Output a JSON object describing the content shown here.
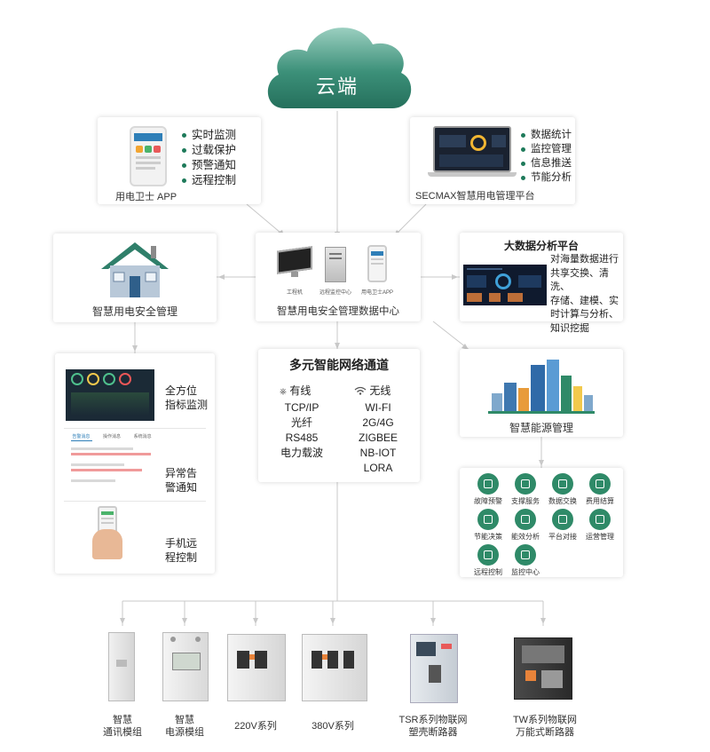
{
  "cloud": {
    "label": "云端"
  },
  "app_card": {
    "caption": "用电卫士 APP",
    "features": [
      "实时监测",
      "过载保护",
      "预警通知",
      "远程控制"
    ]
  },
  "platform_card": {
    "caption": "SECMAX智慧用电管理平台",
    "features": [
      "数据统计",
      "监控管理",
      "信息推送",
      "节能分析"
    ]
  },
  "safety_card": {
    "caption": "智慧用电安全管理"
  },
  "datacenter_card": {
    "caption": "智慧用电安全管理数据中心",
    "items": [
      "工程机",
      "远程监控中心",
      "用电卫士APP"
    ]
  },
  "bigdata_card": {
    "title": "大数据分析平台",
    "desc_lines": [
      "对海量数据进行",
      "共享交换、清洗、",
      "存储、建模、实",
      "时计算与分析、",
      "知识挖掘"
    ]
  },
  "features_card": {
    "items": [
      {
        "label_lines": [
          "全方位",
          "指标监测"
        ]
      },
      {
        "label_lines": [
          "异常告",
          "警通知"
        ]
      },
      {
        "label_lines": [
          "手机远",
          "程控制"
        ]
      }
    ],
    "tabs": [
      "告警消息",
      "操作消息",
      "系统消息"
    ]
  },
  "network_card": {
    "title": "多元智能网络通道",
    "wired": {
      "title": "有线",
      "items": [
        "TCP/IP",
        "光纤",
        "RS485",
        "电力载波"
      ]
    },
    "wireless": {
      "title": "无线",
      "items": [
        "WI-FI",
        "2G/4G",
        "ZIGBEE",
        "NB-IOT",
        "LORA"
      ]
    }
  },
  "energy_card": {
    "caption": "智慧能源管理"
  },
  "services_card": {
    "items": [
      "故障预警",
      "支撑服务",
      "数据交换",
      "费用结算",
      "节能决策",
      "能效分析",
      "平台对接",
      "运营管理",
      "远程控制",
      "监控中心"
    ]
  },
  "devices": [
    {
      "label_lines": [
        "智慧",
        "通讯模组"
      ]
    },
    {
      "label_lines": [
        "智慧",
        "电源模组"
      ]
    },
    {
      "label_lines": [
        "220V系列"
      ]
    },
    {
      "label_lines": [
        "380V系列"
      ]
    },
    {
      "label_lines": [
        "TSR系列物联网",
        "塑壳断路器"
      ]
    },
    {
      "label_lines": [
        "TW系列物联网",
        "万能式断路器"
      ]
    }
  ],
  "colors": {
    "accent": "#1e7a5a",
    "cloud": "#3b8f79",
    "line": "#c8c8c8"
  }
}
